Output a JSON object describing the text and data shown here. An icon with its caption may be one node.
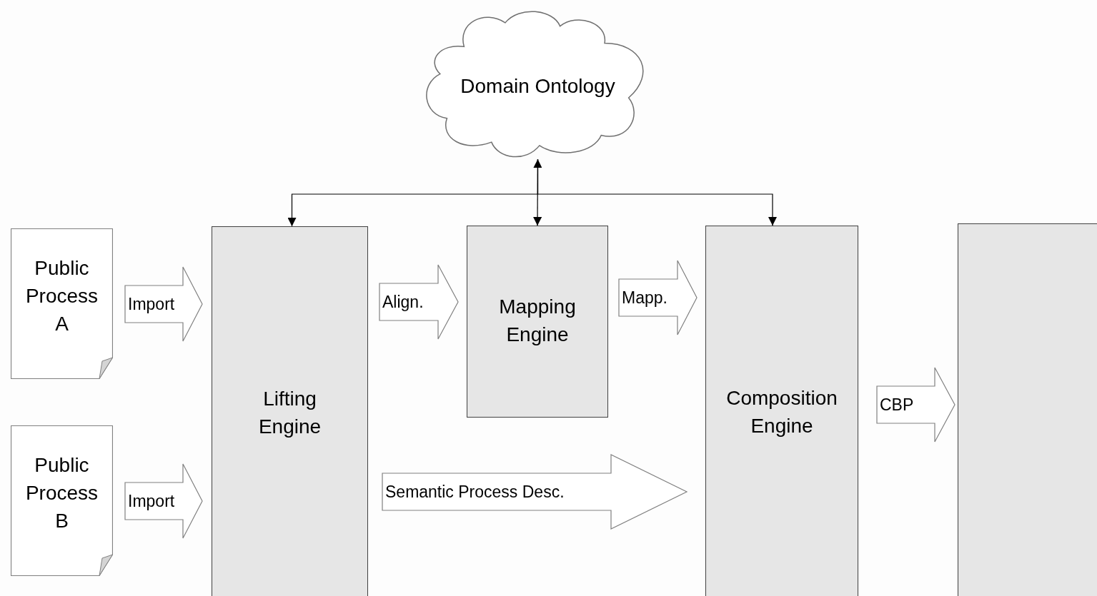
{
  "diagram": {
    "nodes": [
      {
        "text": [
          "Domain Ontology"
        ]
      },
      {
        "text": [
          "Public Process A"
        ]
      },
      {
        "text": [
          "Public Process B"
        ]
      },
      {
        "text": [
          "Lifting Engine"
        ]
      },
      {
        "text": [
          "Mapping Engine"
        ]
      },
      {
        "text": [
          "Composition Engine"
        ]
      },
      {
        "text": [],
        "shape": "box"
      }
    ],
    "edges": [
      {
        "from": 1,
        "to": 3,
        "arrow": "to",
        "label": "Import"
      },
      {
        "from": 2,
        "to": 3,
        "arrow": "to",
        "label": "Import"
      },
      {
        "from": 3,
        "to": 4,
        "arrow": "to",
        "label": "Align."
      },
      {
        "from": 4,
        "to": 5,
        "arrow": "to",
        "label": "Mapp."
      },
      {
        "from": 3,
        "to": 5,
        "arrow": "to",
        "label": "Semantic Process Desc."
      },
      {
        "from": 5,
        "to": 6,
        "arrow": "to",
        "label": "CBP"
      },
      {
        "from": 0,
        "to": 3,
        "arrow": "to"
      },
      {
        "from": 0,
        "to": 4,
        "arrow": "both"
      },
      {
        "from": 0,
        "to": 5,
        "arrow": "to"
      }
    ]
  }
}
